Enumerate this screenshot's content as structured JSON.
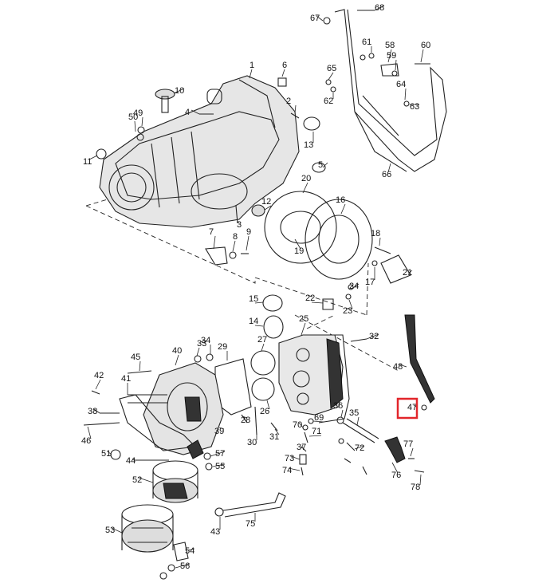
{
  "diagram": {
    "highlight": {
      "label": "47",
      "color": "#e2262b"
    },
    "labels": [
      "1",
      "2",
      "4",
      "5",
      "6",
      "7",
      "8",
      "9",
      "10",
      "11",
      "12",
      "13",
      "14",
      "15",
      "16",
      "17",
      "18",
      "19",
      "20",
      "21",
      "22",
      "23",
      "24",
      "25",
      "26",
      "27",
      "28",
      "29",
      "30",
      "31",
      "32",
      "33",
      "34",
      "35",
      "36",
      "37",
      "38",
      "39",
      "40",
      "41",
      "42",
      "43",
      "44",
      "45",
      "46",
      "47",
      "48",
      "49",
      "50",
      "51",
      "52",
      "53",
      "54",
      "55",
      "56",
      "57",
      "58",
      "59",
      "60",
      "61",
      "62",
      "63",
      "64",
      "65",
      "66",
      "67",
      "68",
      "69",
      "70",
      "71",
      "72",
      "73",
      "74",
      "75",
      "76",
      "77",
      "78",
      "3"
    ]
  }
}
